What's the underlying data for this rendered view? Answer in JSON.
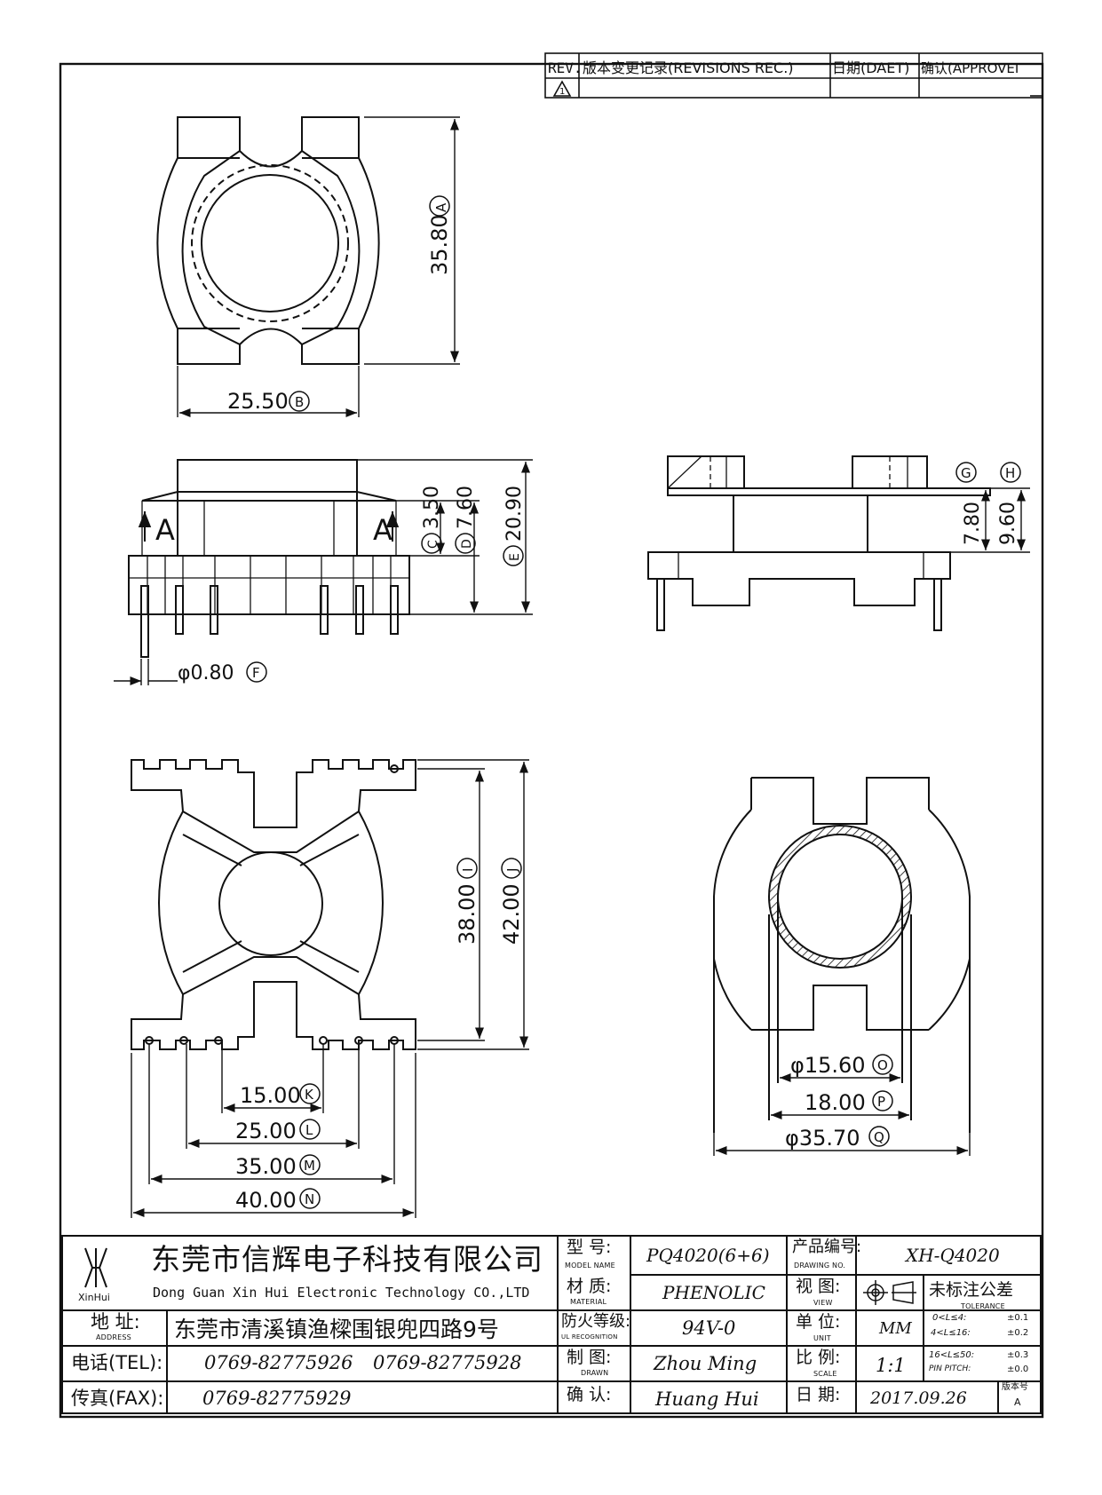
{
  "revision_block": {
    "rev_label": "REV.",
    "record_label": "版本变更记录(REVISIONS REC.)",
    "date_label": "日期(DAET)",
    "approve_label": "确认(APPROVEI",
    "rev_mark": "1"
  },
  "dimensions": {
    "A": {
      "value": "35.80",
      "letter": "A"
    },
    "B": {
      "value": "25.50",
      "letter": "B"
    },
    "C": {
      "value": "3.50",
      "letter": "C"
    },
    "D": {
      "value": "7.60",
      "letter": "D"
    },
    "E": {
      "value": "20.90",
      "letter": "E"
    },
    "F": {
      "value": "φ0.80",
      "letter": "F"
    },
    "G": {
      "letter": "G"
    },
    "H": {
      "letter": "H"
    },
    "side_7_80": "7.80",
    "side_9_60": "9.60",
    "I": {
      "value": "38.00",
      "letter": "I"
    },
    "J": {
      "value": "42.00",
      "letter": "J"
    },
    "K": {
      "value": "15.00",
      "letter": "K"
    },
    "L": {
      "value": "25.00",
      "letter": "L"
    },
    "M": {
      "value": "35.00",
      "letter": "M"
    },
    "N": {
      "value": "40.00",
      "letter": "N"
    },
    "O": {
      "value": "φ15.60",
      "letter": "O"
    },
    "P": {
      "value": "18.00",
      "letter": "P"
    },
    "Q": {
      "value": "φ35.70",
      "letter": "Q"
    },
    "section_mark": "A"
  },
  "title_block": {
    "logo_text": "XinHui",
    "company_cn": "东莞市信辉电子科技有限公司",
    "company_en": "Dong Guan Xin Hui Electronic Technology CO.,LTD",
    "address_label": "地 址:",
    "address_sub": "ADDRESS",
    "address_value": "东莞市清溪镇渔樑围银兜四路9号",
    "tel_label": "电话(TEL):",
    "tel_1": "0769-82775926",
    "tel_2": "0769-82775928",
    "fax_label": "传真(FAX):",
    "fax_value": "0769-82775929",
    "model_label": "型 号:",
    "model_sub": "MODEL NAME",
    "model_value": "PQ4020(6+6)",
    "material_label": "材 质:",
    "material_sub": "MATERIAL",
    "material_value": "PHENOLIC",
    "ul_label": "防火等级:",
    "ul_sub": "UL RECOGNITION",
    "ul_value": "94V-0",
    "drawn_label": "制 图:",
    "drawn_sub": "DRAWN",
    "drawn_value": "Zhou Ming",
    "confirm_label": "确 认:",
    "confirm_value": "Huang Hui",
    "drawing_no_label": "产品编号:",
    "drawing_no_sub": "DRAWING NO.",
    "drawing_no_value": "XH-Q4020",
    "view_label": "视 图:",
    "view_sub": "VIEW",
    "unit_label": "单 位:",
    "unit_sub": "UNIT",
    "unit_value": "MM",
    "scale_label": "比 例:",
    "scale_sub": "SCALE",
    "scale_value": "1:1",
    "date_label": "日 期:",
    "date_value": "2017.09.26",
    "version_label": "版本号",
    "version_value": "A",
    "tolerance_title": "未标注公差",
    "tolerance_sub": "TOLERANCE",
    "tolerance_rows": [
      {
        "range": "0<L≤4:",
        "tol": "±0.1"
      },
      {
        "range": "4<L≤16:",
        "tol": "±0.2"
      },
      {
        "range": "16<L≤50:",
        "tol": "±0.3"
      },
      {
        "range": "PIN PITCH:",
        "tol": "±0.0"
      }
    ]
  }
}
